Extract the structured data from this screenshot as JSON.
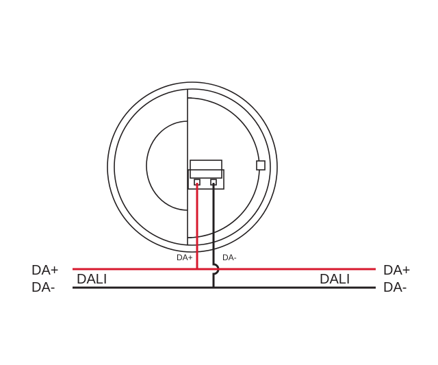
{
  "diagram": {
    "type": "wiring-diagram",
    "description": "DALI sensor/device wiring: circular device with a 2-pin terminal block connected to a DALI bus",
    "colors": {
      "outline": "#231f20",
      "da_plus_wire": "#d7192d",
      "da_minus_wire": "#231f20",
      "background": "#ffffff"
    },
    "device": {
      "terminal_labels": {
        "da_plus": "DA+",
        "da_minus": "DA-"
      }
    },
    "bus": {
      "left": {
        "da_plus_label": "DA+",
        "da_minus_label": "DA-",
        "bus_name": "DALI"
      },
      "right": {
        "da_plus_label": "DA+",
        "da_minus_label": "DA-",
        "bus_name": "DALI"
      }
    }
  }
}
